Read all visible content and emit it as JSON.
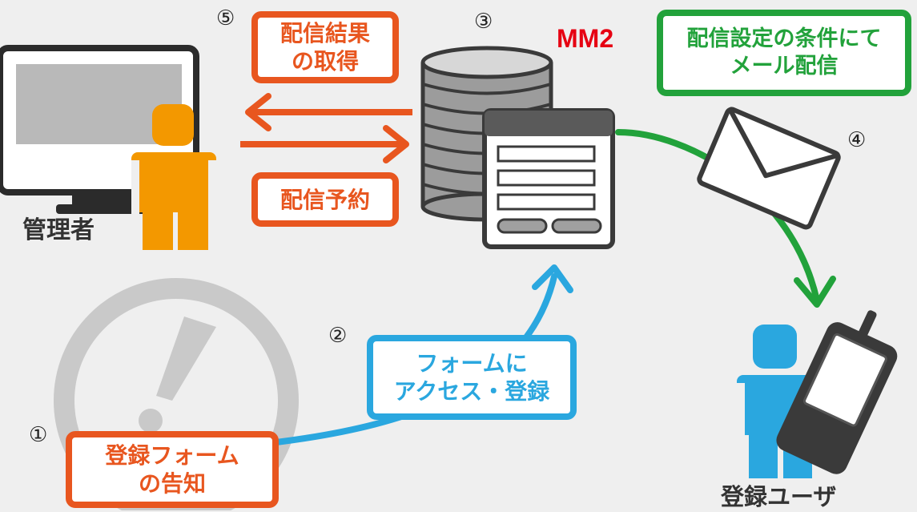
{
  "labels": {
    "admin": "管理者",
    "user": "登録ユーザ",
    "system": "MM2"
  },
  "boxes": {
    "results": [
      "配信結果",
      "の取得"
    ],
    "reserve": "配信予約",
    "condition": [
      "配信設定の条件にて",
      "メール配信"
    ],
    "access": [
      "フォームに",
      "アクセス・登録"
    ],
    "notice": [
      "登録フォーム",
      "の告知"
    ]
  },
  "steps": {
    "s1": "①",
    "s2": "②",
    "s3": "③",
    "s4": "④",
    "s5": "⑤"
  },
  "colors": {
    "orange": "#e8561f",
    "green": "#22a23b",
    "blue": "#2aa7df",
    "admin_person": "#f39800",
    "user_person": "#2aa7df"
  },
  "icons": {
    "monitor": "monitor-icon",
    "database": "database-icon",
    "form": "form-window-icon",
    "envelope": "envelope-icon",
    "phone": "mobile-phone-icon",
    "warning": "exclamation-icon"
  }
}
